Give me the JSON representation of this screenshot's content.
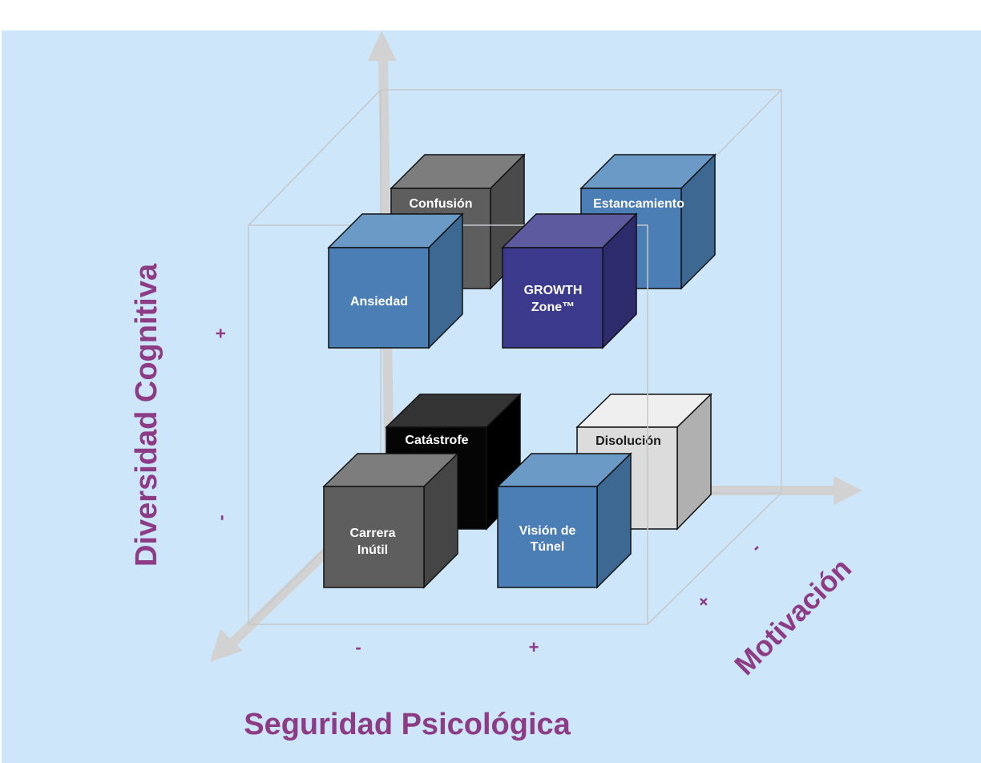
{
  "axes": {
    "vertical": {
      "title": "Diversidad Cognitiva",
      "plus": "+",
      "minus": "-"
    },
    "horizontal": {
      "title": "Seguridad Psicológica",
      "minus": "-",
      "plus": "+"
    },
    "depth": {
      "title": "Motivación",
      "minus": "-",
      "plus": "+"
    }
  },
  "cubes": {
    "confusion": {
      "line1": "Confusión",
      "line2": ""
    },
    "estancamiento": {
      "line1": "Estancamiento",
      "line2": ""
    },
    "ansiedad": {
      "line1": "Ansiedad",
      "line2": ""
    },
    "growth": {
      "line1": "GROWTH",
      "line2": "Zone™"
    },
    "catastrofe": {
      "line1": "Catástrofe",
      "line2": ""
    },
    "disolucion": {
      "line1": "Disolución",
      "line2": ""
    },
    "carrera": {
      "line1": "Carrera",
      "line2": "Inútil"
    },
    "vision": {
      "line1": "Visión de",
      "line2": "Túnel"
    }
  },
  "colors": {
    "background": "#cde6fa",
    "axis_text": "#8e3b85",
    "arrow": "#d2d2d2",
    "blue_cube": "#4a7eb5",
    "growth_cube": "#3c3a8c",
    "dark_gray_cube": "#5e5e5e",
    "black_cube": "#050505",
    "light_gray_cube": "#dcdcdc"
  }
}
